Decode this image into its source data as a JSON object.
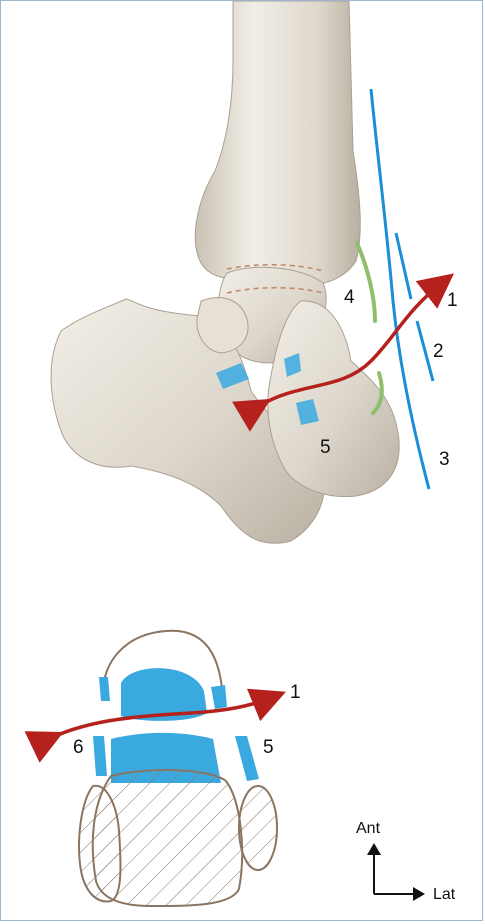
{
  "top_figure": {
    "labels": {
      "l1": "1",
      "l2": "2",
      "l3": "3",
      "l4": "4",
      "l5": "5"
    }
  },
  "bottom_figure": {
    "labels": {
      "l1": "1",
      "l5": "5",
      "l6": "6"
    }
  },
  "orientation": {
    "anterior": "Ant",
    "lateral": "Lat"
  },
  "colors": {
    "bone_fill": "#dcd6cb",
    "bone_shadow": "#b9b1a3",
    "ligament": "#3aa9e0",
    "tendon_blue": "#1a8fd6",
    "nerve_green": "#8fbf6a",
    "arrow": "#b5221e",
    "outline_brown": "#8a7562",
    "frame_border": "#9bb7cf"
  }
}
